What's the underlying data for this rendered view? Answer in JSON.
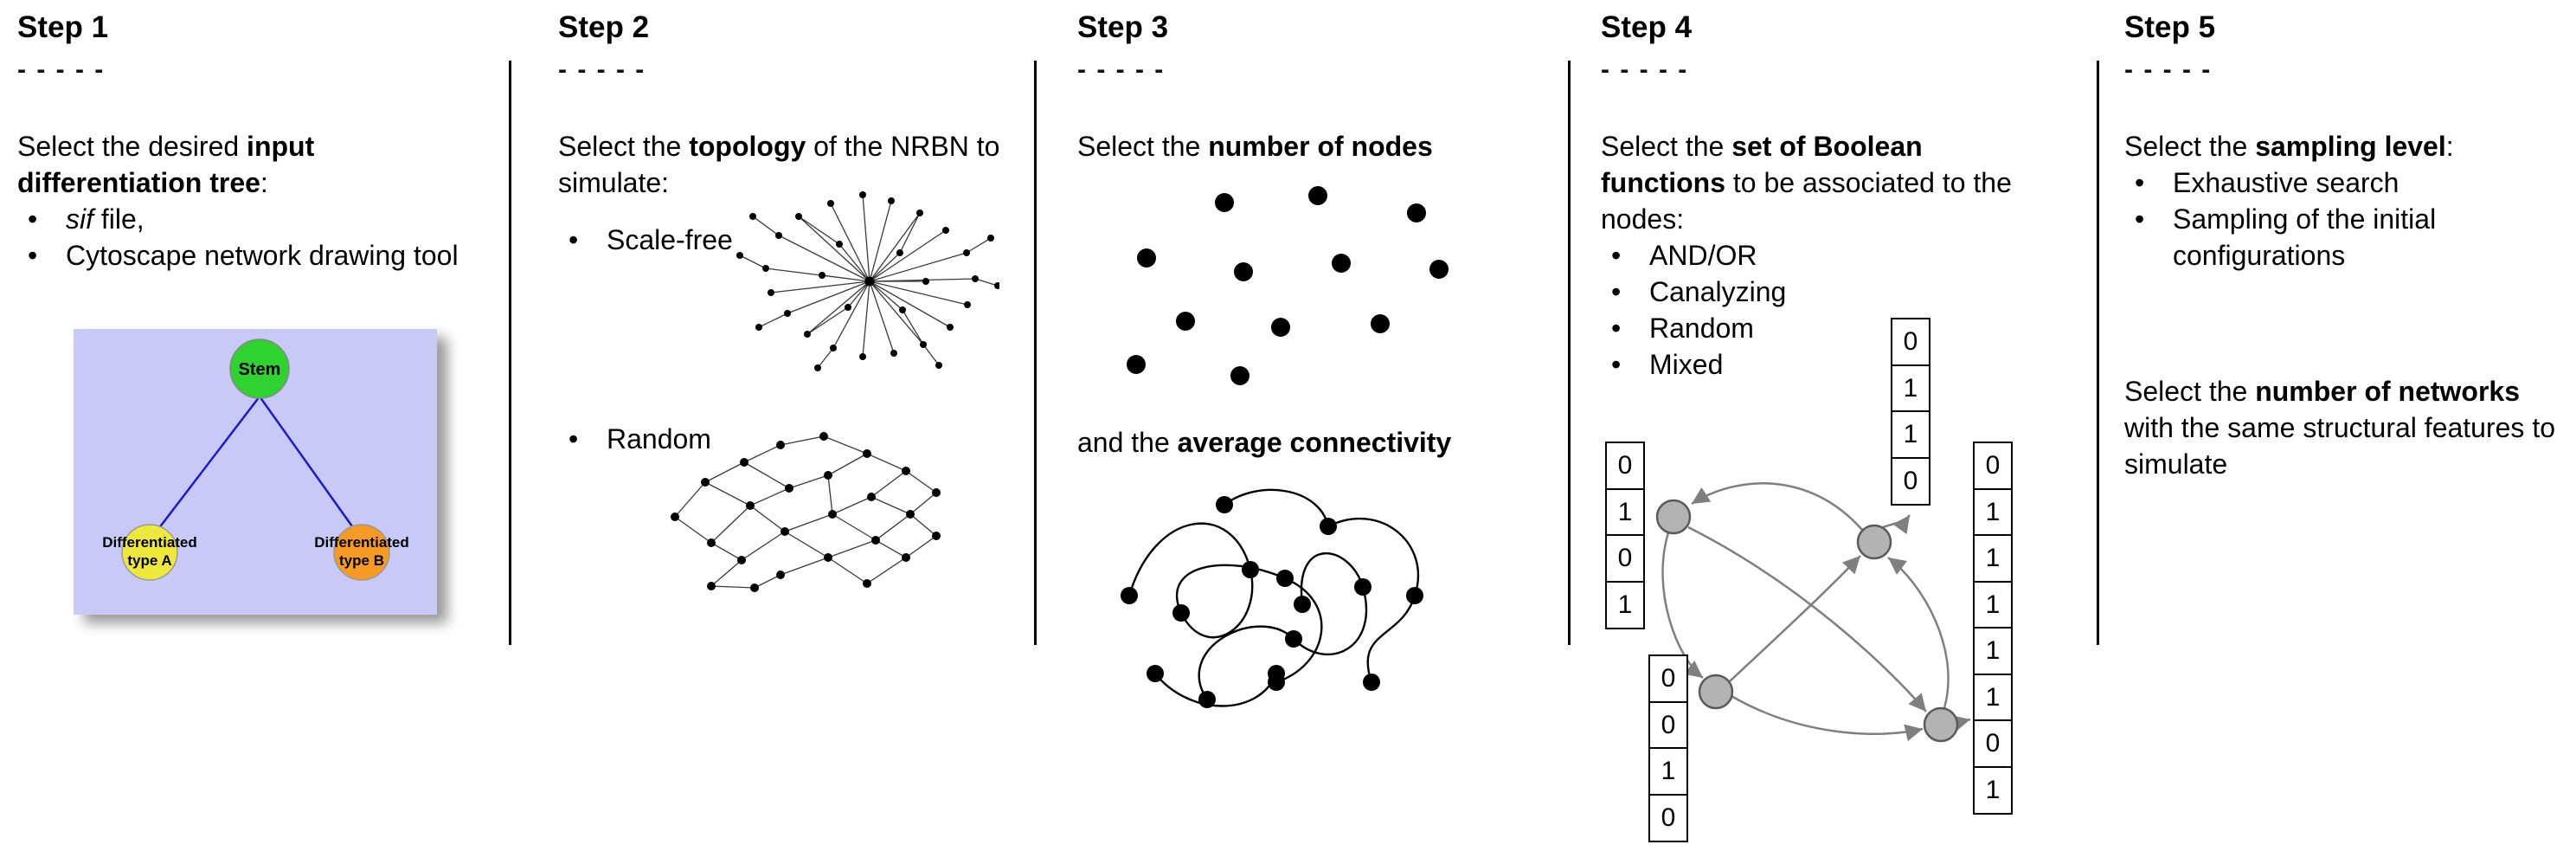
{
  "dash_line": "- - - - -",
  "steps": {
    "step1": {
      "title": "Step 1",
      "intro": {
        "pre": "Select the desired ",
        "bold": "input differentiation tree",
        "post": ":"
      },
      "bullets": [
        {
          "italic": "sif",
          "post": " file,"
        },
        {
          "text": "Cytoscape network drawing tool"
        }
      ],
      "tree": {
        "root": "Stem",
        "leaf_a_line1": "Differentiated",
        "leaf_a_line2": "type A",
        "leaf_b_line1": "Differentiated",
        "leaf_b_line2": "type B",
        "colors": {
          "root": "#2fd32f",
          "leaf_a": "#ece93c",
          "leaf_b": "#f59a23",
          "background": "#c9c9f8",
          "edge": "#1a1acc"
        }
      }
    },
    "step2": {
      "title": "Step 2",
      "intro": {
        "pre": "Select the ",
        "bold": "topology",
        "post": " of the NRBN to simulate:"
      },
      "bullets": [
        {
          "text": "Scale-free"
        },
        {
          "text": "Random"
        }
      ]
    },
    "step3": {
      "title": "Step 3",
      "line1": {
        "pre": "Select the ",
        "bold": "number of nodes",
        "post": ""
      },
      "line2": {
        "pre": "and the ",
        "bold": "average connectivity",
        "post": ""
      }
    },
    "step4": {
      "title": "Step 4",
      "intro": {
        "pre": "Select the ",
        "bold": "set of Boolean functions",
        "post": " to be associated to the nodes:"
      },
      "bullets": [
        {
          "text": "AND/OR"
        },
        {
          "text": "Canalyzing"
        },
        {
          "text": "Random"
        },
        {
          "text": "Mixed"
        }
      ],
      "tables": {
        "top": [
          "0",
          "1",
          "1",
          "0"
        ],
        "left": [
          "0",
          "1",
          "0",
          "1"
        ],
        "right": [
          "0",
          "1",
          "1",
          "1",
          "1",
          "1",
          "0",
          "1"
        ],
        "bottom": [
          "0",
          "0",
          "1",
          "0"
        ]
      }
    },
    "step5": {
      "title": "Step 5",
      "intro": {
        "pre": "Select the ",
        "bold": "sampling level",
        "post": ":"
      },
      "bullets": [
        {
          "text": "Exhaustive search"
        },
        {
          "text": "Sampling of the initial configurations"
        }
      ],
      "second": {
        "pre": "Select the ",
        "bold": "number of networks",
        "post": " with the same structural features to simulate"
      }
    }
  }
}
